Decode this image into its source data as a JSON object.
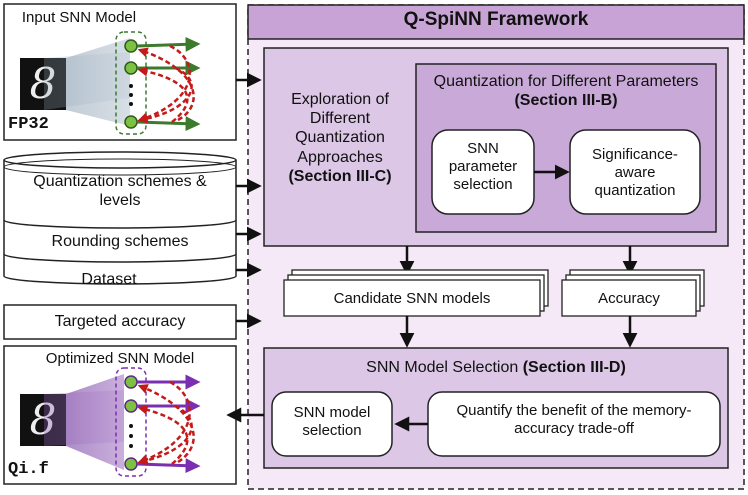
{
  "framework": {
    "title": "Q-SpiNN Framework"
  },
  "inputs": {
    "input_model": {
      "title": "Input SNN Model",
      "precision": "FP32"
    },
    "schemes_levels": "Quantization schemes & levels",
    "rounding": "Rounding schemes",
    "dataset": "Dataset",
    "targeted_accuracy": "Targeted accuracy",
    "optimized_model": {
      "title": "Optimized SNN Model",
      "precision": "Qi.f"
    }
  },
  "exploration": {
    "text": "Exploration of Different Quantization Approaches",
    "section": "(Section III-C)"
  },
  "param_quant": {
    "title": "Quantization for Different Parameters",
    "section": "(Section III-B)",
    "param_selection": "SNN parameter selection",
    "significance": "Significance-aware quantization"
  },
  "candidates": "Candidate SNN models",
  "accuracy": "Accuracy",
  "model_selection": {
    "title": "SNN Model Selection",
    "section": "(Section III-D)",
    "quantify": "Quantify the benefit of the memory-accuracy trade-off",
    "selection": "SNN model selection"
  },
  "colors": {
    "framework_fill": "#f5e9f7",
    "title_bar": "#c8a4d6",
    "box_fill": "#dcc7e6",
    "excitatory": "#3c7a2e",
    "inhibitory": "#c41a1a",
    "output_arrows": "#7a2fb0",
    "neuron": "#7dc143"
  }
}
